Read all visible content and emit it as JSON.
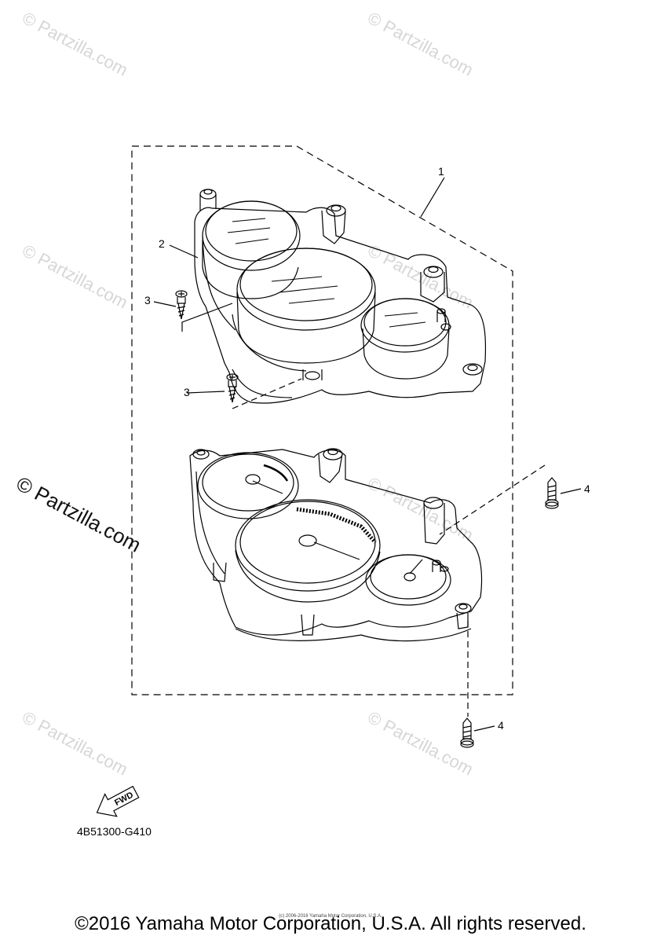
{
  "watermarks": {
    "text": "© Partzilla.com",
    "main_text": "© Partzilla.com"
  },
  "callouts": {
    "c1": "1",
    "c2": "2",
    "c3a": "3",
    "c3b": "3",
    "c4a": "4",
    "c4b": "4"
  },
  "fwd_label": "FWD",
  "diagram_code": "4B51300-G410",
  "footer": {
    "copyright": "©2016 Yamaha Motor Corporation, U.S.A. All rights reserved.",
    "small_print": "(c) 2006-2016 Yamaha Motor Corporation, U.S.A."
  },
  "colors": {
    "line": "#000000",
    "watermark": "#d6d6d6"
  }
}
